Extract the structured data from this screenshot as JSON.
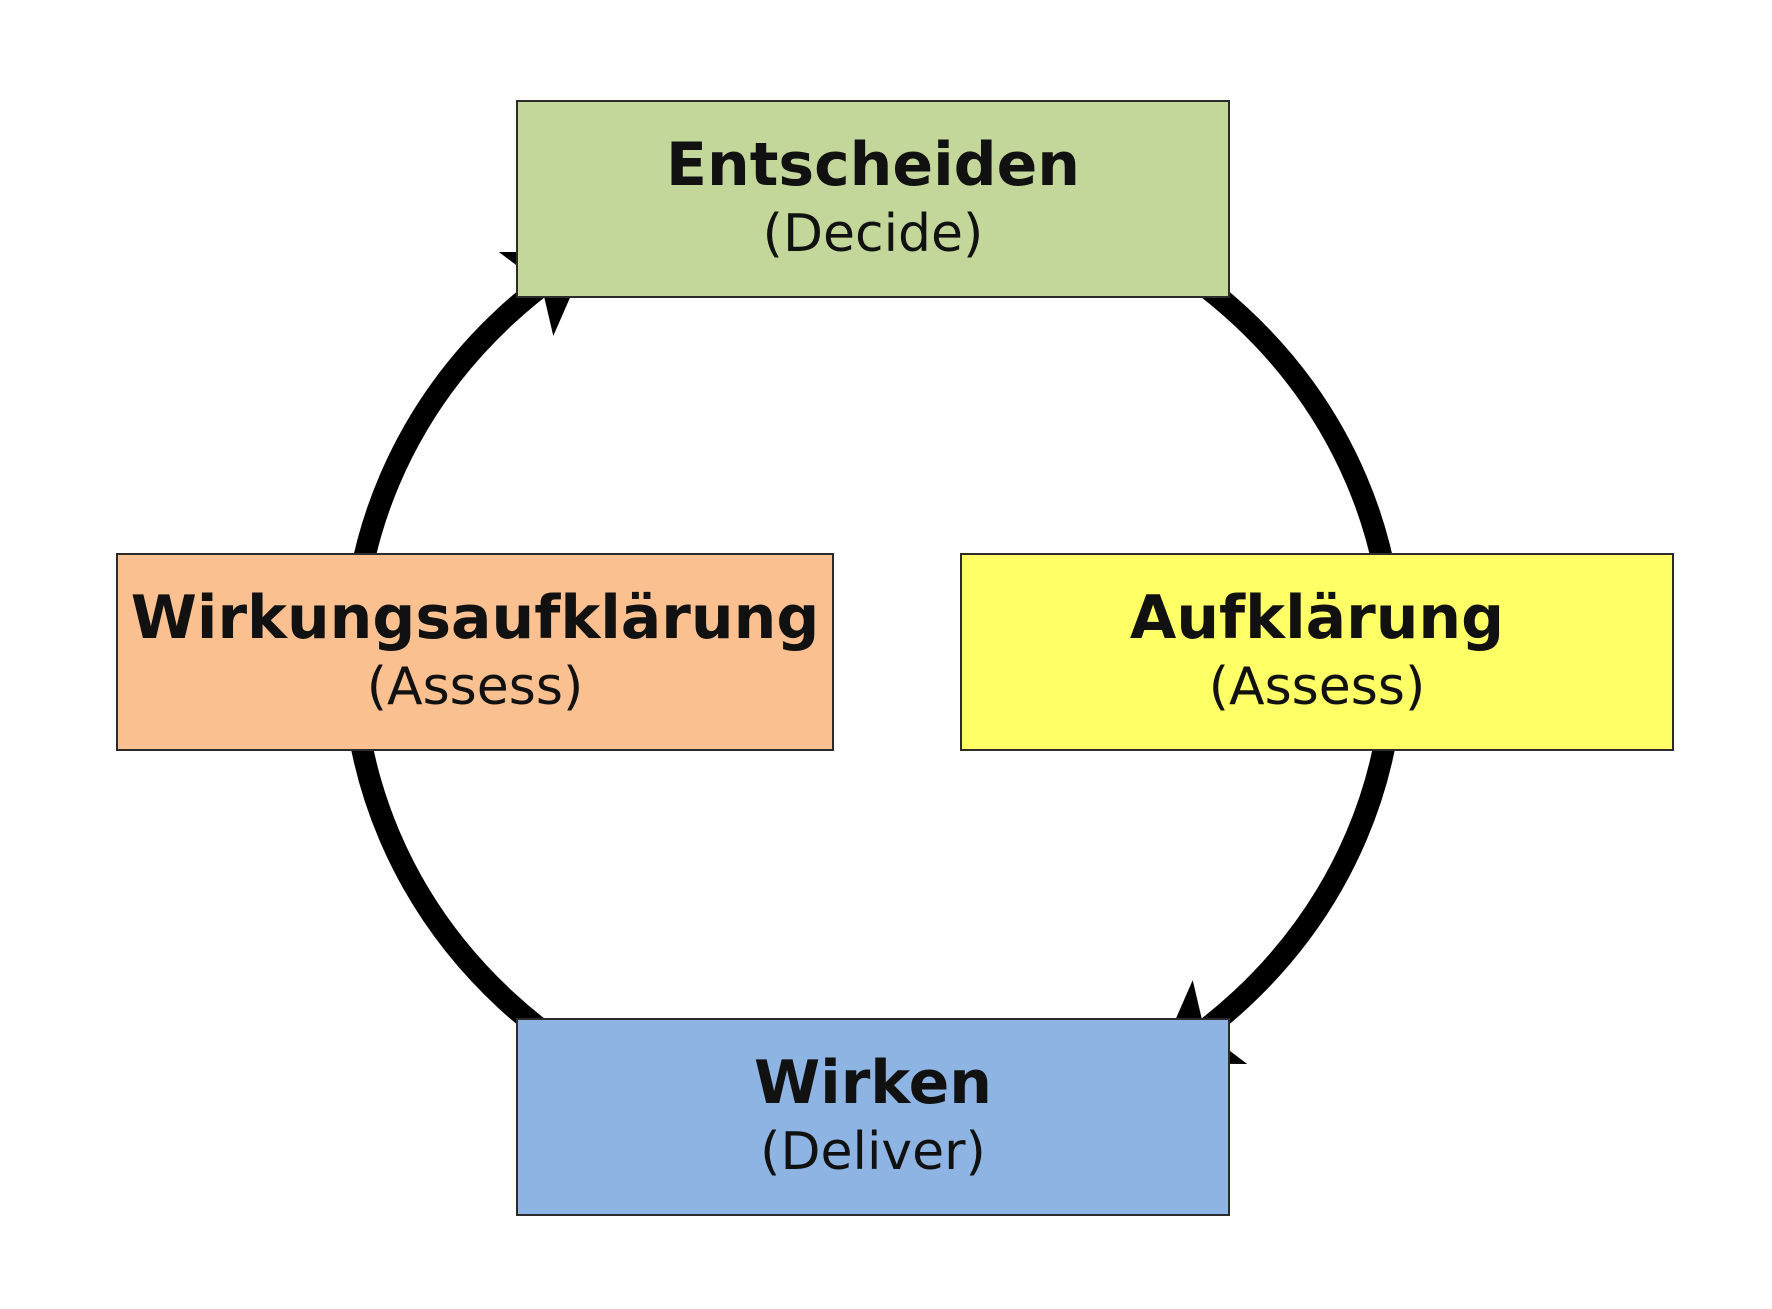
{
  "colors": {
    "decide": "#c4d79b",
    "assess_right": "#ffff66",
    "deliver": "#8db4e2",
    "assess_left": "#fac090",
    "cycle_line": "#000000"
  },
  "nodes": [
    {
      "key": "decide",
      "title": "Entscheiden",
      "subtitle": "(Decide)"
    },
    {
      "key": "assess_right",
      "title": "Aufklärung",
      "subtitle": "(Assess)"
    },
    {
      "key": "deliver",
      "title": "Wirken",
      "subtitle": "(Deliver)"
    },
    {
      "key": "assess_left",
      "title": "Wirkungsaufklärung",
      "subtitle": "(Assess)"
    }
  ],
  "flow_direction": "clockwise"
}
